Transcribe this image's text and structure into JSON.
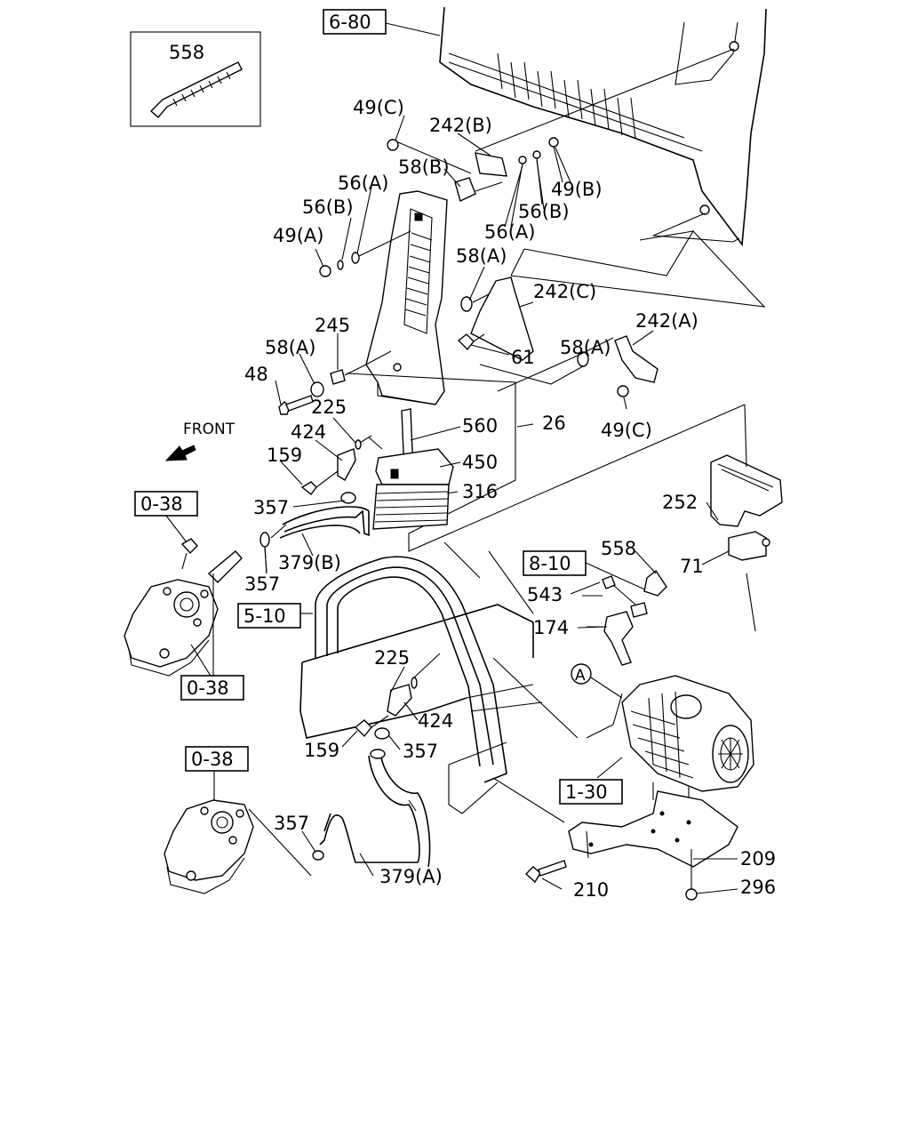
{
  "front_label": "FRONT",
  "refs": {
    "r_6_80": "6-80",
    "r_0_38_a": "0-38",
    "r_0_38_b": "0-38",
    "r_0_38_c": "0-38",
    "r_5_10": "5-10",
    "r_8_10": "8-10",
    "r_1_30": "1-30"
  },
  "callouts": {
    "c558_box": "558",
    "c49c_top": "49(C)",
    "c242b": "242(B)",
    "c58b": "58(B)",
    "c56a_left": "56(A)",
    "c56b_left": "56(B)",
    "c49a": "49(A)",
    "c49b": "49(B)",
    "c56b_right": "56(B)",
    "c56a_right": "56(A)",
    "c58a_mid": "58(A)",
    "c242c": "242(C)",
    "c245": "245",
    "c58a_left": "58(A)",
    "c58a_right": "58(A)",
    "c242a": "242(A)",
    "c61": "61",
    "c48": "48",
    "c225_top": "225",
    "c560": "560",
    "c26": "26",
    "c49c_right": "49(C)",
    "c424_top": "424",
    "c450": "450",
    "c159_top": "159",
    "c316": "316",
    "c357_a": "357",
    "c252": "252",
    "c379b": "379(B)",
    "c357_b": "357",
    "c558_right": "558",
    "c71": "71",
    "c543": "543",
    "c174": "174",
    "cA": "A",
    "c225_low": "225",
    "c424_low": "424",
    "c159_low": "159",
    "c357_c": "357",
    "c357_d": "357",
    "c209": "209",
    "c379a": "379(A)",
    "c210": "210",
    "c296": "296"
  }
}
